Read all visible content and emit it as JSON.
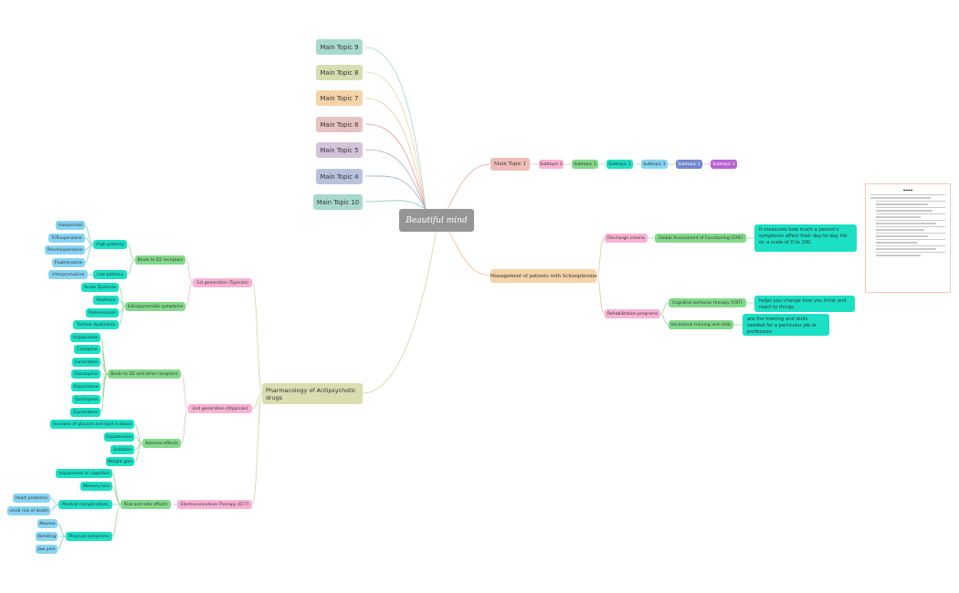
{
  "colors": {
    "center": "#959595",
    "pink": "#f8b2d3",
    "green": "#83d98b",
    "teal": "#1be0c4",
    "skyblue": "#86d4f3",
    "slate": "#7388cf",
    "purple": "#b861d2",
    "peach": "#f5d3a9",
    "rose": "#efbdb9",
    "khaki": "#d9ddb0"
  },
  "nodes": {
    "center": "Beautiful mind",
    "topic9": "Main Topic 9",
    "topic8": "Main Topic 8",
    "topic7": "Main Topic 7",
    "topic6": "Main Topic 6",
    "topic5": "Main Topic 5",
    "topic4": "Main Topic 4",
    "topic10": "Main Topic 10",
    "topic1": "Main Topic 1",
    "subtopic": "Subtopic 1",
    "management": "Management of patients with Schizophrenia",
    "discharge": "Discharge criteria",
    "gaf": "Global Assessment of Functioning (GAF)",
    "gaf_desc": "It measures how much a person's symptoms affect their day-to-day life on a scale of 0 to 100.",
    "rehab": "Rehabilitation programs",
    "cbt": "Cognitive behavior therapy (CBT)",
    "cbt_desc": "helps you change how you think and react to things.",
    "vocational": "Vocational training and skills",
    "vocational_desc": "are the training and skills needed for a particular job or profession.",
    "pharma": "Pharmacology of Antipsychotic drugs",
    "gen1": "1st generation  (Typicals)",
    "binds_d2": "Binds to D2 receptors",
    "high_potency": "High-potency",
    "haloperidol": "Haloperidol",
    "trifluoperazine": "Trifluoperazine",
    "prochlorperazine": "Prochlorperazine",
    "fluphenazine": "Fluphenazine",
    "low_potency": "Low-potency",
    "chlorpromazine": "chlorpromazine",
    "eps": "Extrapyramidal symptoms",
    "acute_dystonia": "Acute Dystonia",
    "akathisia": "Akathisia",
    "parkinsonism": "Parkinsonism",
    "tardive": "Tardive dyskinesia",
    "gen2": "2nd generation  (Atypicals)",
    "binds_d2_other": "Binds to D2 and other receptors",
    "aripiprazole": "Aripiprazole",
    "clozapine": "Clozapine",
    "lurasidone": "Lurasidone",
    "olanzapine": "Olanzapine",
    "risperidone": "Risperidone",
    "quetiapine": "Quetiapine",
    "ziprasidone": "Ziprasidone",
    "adverse": "Adverse effects",
    "glucose": "Increase of glucose and lipid in blood",
    "hypotension": "Hypotension",
    "sedation": "Sedation",
    "weight": "Weight gain",
    "ect": "Electroconvulsive Therapy (ECT)",
    "risk": "Risk and side effects",
    "cognition": "Impairment of cognition",
    "memory": "Memory loss",
    "medical": "Medical complications",
    "heart": "heart problems",
    "death": "small risk of death",
    "physical": "Physical symptoms",
    "nausea": "Nausea",
    "vomiting": "Vomiting",
    "jaw": "Jaw pain"
  }
}
